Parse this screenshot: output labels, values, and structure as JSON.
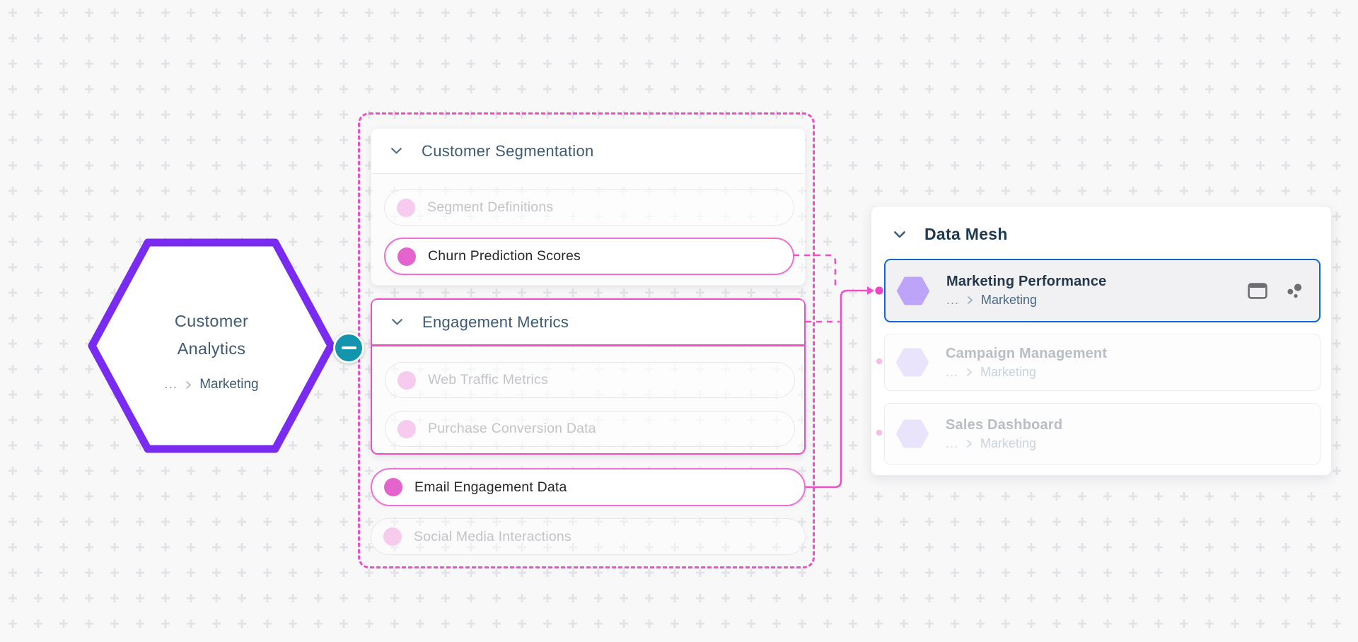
{
  "hexagon_node": {
    "title": "Customer Analytics",
    "breadcrumb": {
      "ellipsis": "...",
      "item": "Marketing"
    }
  },
  "collapse_button": {
    "icon": "minus-icon"
  },
  "segmentation_panel": {
    "title": "Customer Segmentation",
    "rows": [
      {
        "label": "Segment Definitions",
        "state": "faded"
      },
      {
        "label": "Churn Prediction Scores",
        "state": "highlighted"
      }
    ]
  },
  "engagement_panel": {
    "title": "Engagement Metrics",
    "rows": [
      {
        "label": "Web Traffic Metrics",
        "state": "faded"
      },
      {
        "label": "Purchase Conversion Data",
        "state": "faded"
      }
    ]
  },
  "standalone_rows": [
    {
      "label": "Email Engagement Data",
      "state": "highlighted"
    },
    {
      "label": "Social Media Interactions",
      "state": "faded"
    }
  ],
  "data_mesh_panel": {
    "title": "Data Mesh",
    "cards": [
      {
        "title": "Marketing Performance",
        "breadcrumb": {
          "ellipsis": "...",
          "item": "Marketing"
        },
        "state": "selected",
        "action_icons": [
          "window-icon",
          "scatter-dots-icon"
        ]
      },
      {
        "title": "Campaign Management",
        "breadcrumb": {
          "ellipsis": "...",
          "item": "Marketing"
        },
        "state": "faded",
        "action_icons": []
      },
      {
        "title": "Sales Dashboard",
        "breadcrumb": {
          "ellipsis": "...",
          "item": "Marketing"
        },
        "state": "faded",
        "action_icons": []
      }
    ]
  },
  "colors": {
    "accent_pink": "#ee4fc9",
    "pink_dot_fill": "#e464cd",
    "pink_dot_faded": "#f7cbee",
    "node_purple": "#7a2bf0",
    "collapse_teal": "#1396ad",
    "selection_blue": "#1565cd",
    "hexagon_icon_purple": "#bda4f9",
    "hexagon_icon_faded": "#eae3fc",
    "canvas_background": "#f8f8f9",
    "grid_plus": "#e3e3e7"
  }
}
